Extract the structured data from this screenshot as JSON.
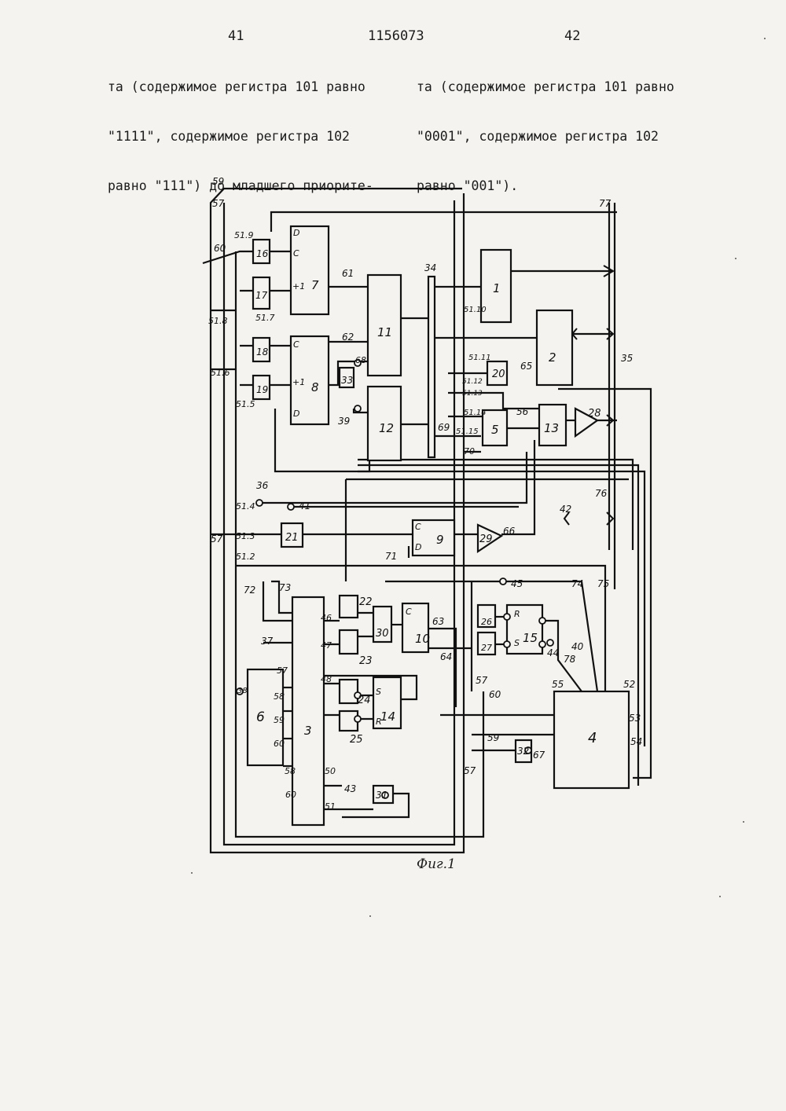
{
  "header": {
    "page_left": "41",
    "patent_number": "1156073",
    "page_right": "42"
  },
  "left_column": {
    "lines": [
      "та (содержимое регистра 101 равно",
      "\"1111\", содержимое регистра 102",
      "равно \"111\") до младшего приорите-"
    ]
  },
  "right_column": {
    "lines": [
      "та (содержимое регистра 101 равно",
      "\"0001\", содержимое регистра 102",
      "равно \"001\")."
    ]
  },
  "figure": {
    "caption": "Фиг.1",
    "blocks": {
      "b1": "1",
      "b2": "2",
      "b3": "3",
      "b4": "4",
      "b5": "5",
      "b6": "6",
      "b7": "7",
      "b8": "8",
      "b9": "9",
      "b10": "10",
      "b11": "11",
      "b12": "12",
      "b13": "13",
      "b14": "14",
      "b15": "15",
      "b16": "16",
      "b17": "17",
      "b18": "18",
      "b19": "19",
      "b20": "20",
      "b21": "21",
      "b22": "22",
      "b23": "23",
      "b24": "24",
      "b25": "25",
      "b26": "26",
      "b27": "27",
      "b28": "28",
      "b29": "29",
      "b30": "30",
      "b31": "31",
      "b32": "32",
      "b33": "33"
    },
    "pin_labels": {
      "c": "C",
      "d": "D",
      "plus1": "+1",
      "r": "R",
      "s": "S"
    },
    "line_labels": {
      "l59": "59",
      "l57": "57",
      "l77": "77",
      "l60": "60",
      "l519": "51.9",
      "l518": "51.8",
      "l517": "51.7",
      "l516": "51.6",
      "l515": "51.5",
      "l61": "61",
      "l62": "62",
      "l68": "68",
      "l34": "34",
      "l5110": "51.10",
      "l5111": "51.11",
      "l65": "65",
      "l5112": "51.12",
      "l5113": "51.13",
      "l5114": "51.14",
      "l5115": "51.15",
      "l56": "56",
      "l69": "69",
      "l70": "70",
      "l39": "39",
      "l35": "35",
      "l36": "36",
      "l514": "51.4",
      "l41": "41",
      "l76": "76",
      "l42": "42",
      "l513": "51.3",
      "l66": "66",
      "l512": "51.2",
      "l71": "71",
      "l72": "72",
      "l73": "73",
      "l45": "45",
      "l74": "74",
      "l75": "75",
      "l46": "46",
      "l63": "63",
      "l37": "37",
      "l47": "47",
      "l64": "64",
      "l44": "44",
      "l40": "40",
      "l78": "78",
      "l55": "55",
      "l52": "52",
      "l48": "48",
      "l53": "53",
      "l54": "54",
      "l67": "67",
      "l43": "43",
      "l50": "50",
      "l51": "51",
      "l58": "58",
      "l38": "38"
    }
  }
}
